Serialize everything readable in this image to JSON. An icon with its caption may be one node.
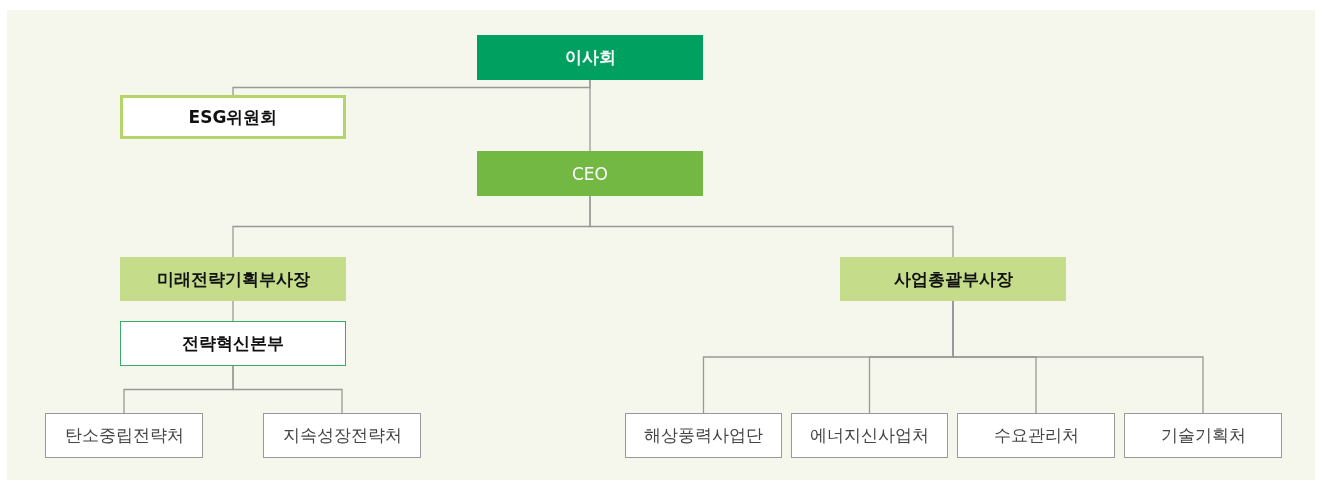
{
  "diagram": {
    "nodes": [
      {
        "text": [
          "이사회"
        ]
      },
      {
        "text": [
          "ESG위원회"
        ]
      },
      {
        "text": [
          "CEO"
        ]
      },
      {
        "text": [
          "미래전략기획부사장"
        ]
      },
      {
        "text": [
          "사업총괄부사장"
        ]
      },
      {
        "text": [
          "전략혁신본부"
        ]
      },
      {
        "text": [
          "탄소중립전략처"
        ]
      },
      {
        "text": [
          "지속성장전략처"
        ]
      },
      {
        "text": [
          "해상풍력사업단"
        ]
      },
      {
        "text": [
          "에너지신사업처"
        ]
      },
      {
        "text": [
          "수요관리처"
        ]
      },
      {
        "text": [
          "기술기획처"
        ]
      }
    ],
    "edges": [
      {
        "from": 0,
        "to": 1,
        "arrow": "none"
      },
      {
        "from": 0,
        "to": 2,
        "arrow": "none"
      },
      {
        "from": 2,
        "to": 3,
        "arrow": "none"
      },
      {
        "from": 2,
        "to": 4,
        "arrow": "none"
      },
      {
        "from": 3,
        "to": 5,
        "arrow": "none"
      },
      {
        "from": 5,
        "to": 6,
        "arrow": "none"
      },
      {
        "from": 5,
        "to": 7,
        "arrow": "none"
      },
      {
        "from": 4,
        "to": 8,
        "arrow": "none"
      },
      {
        "from": 4,
        "to": 9,
        "arrow": "none"
      },
      {
        "from": 4,
        "to": 10,
        "arrow": "none"
      },
      {
        "from": 4,
        "to": 11,
        "arrow": "none"
      }
    ]
  }
}
